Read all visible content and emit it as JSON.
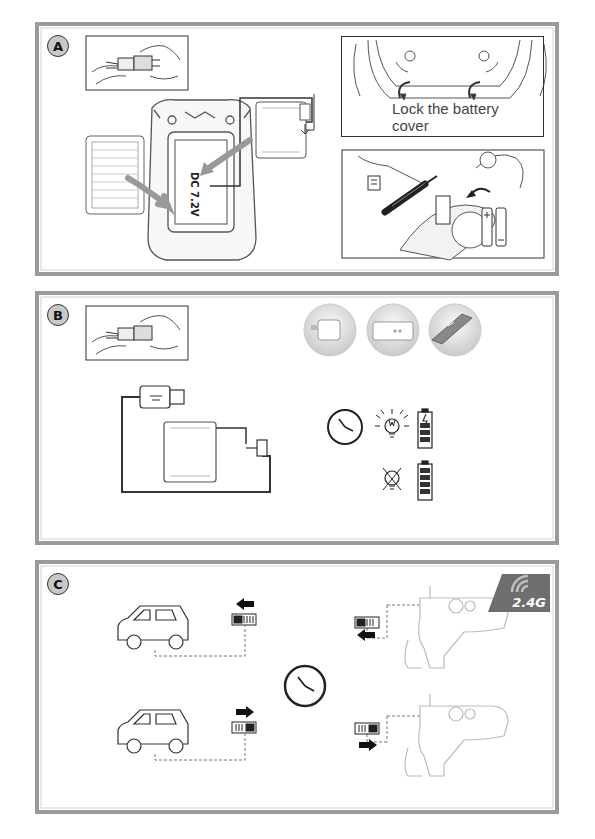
{
  "diagram": {
    "nodes": [
      {
        "text": [
          "A"
        ]
      },
      {
        "text": [
          "Lock the battery cover"
        ]
      },
      {
        "text": [
          "B"
        ]
      },
      {
        "text": [
          "C"
        ]
      },
      {
        "text": [
          "2.4G"
        ]
      }
    ],
    "labels": [
      "DC 7.2V"
    ]
  }
}
